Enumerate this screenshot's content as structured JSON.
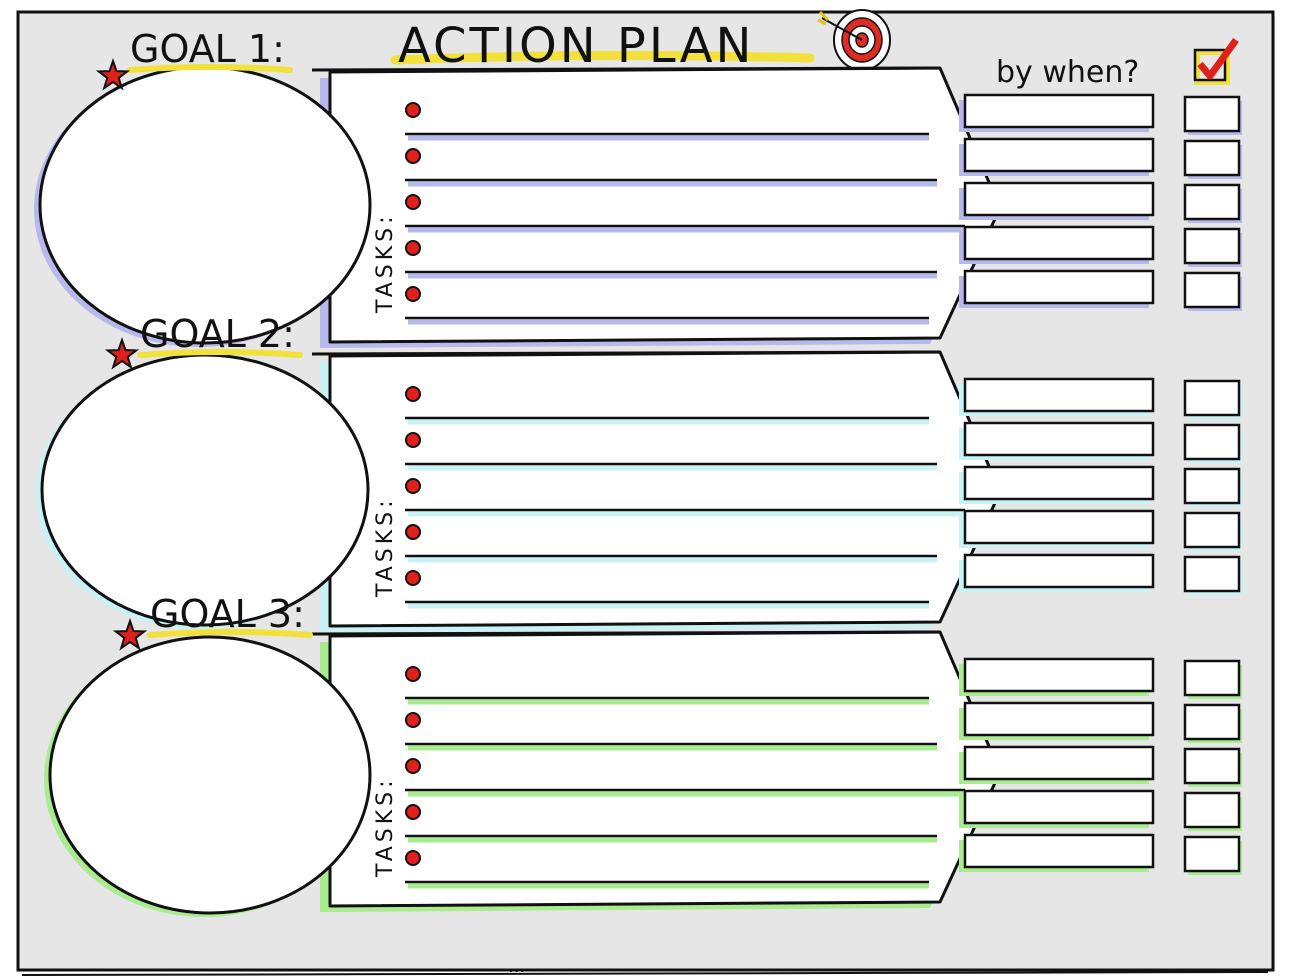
{
  "title": "ACTION PLAN",
  "by_when_label": "by when?",
  "tasks_label": "TASKS:",
  "continue_marks": "...",
  "colors": {
    "background": "#e6e6e6",
    "title_underline": "#f2e13a",
    "bullet": "#e0201c",
    "star": "#e0201c",
    "goal1_accent": "#b7b8ec",
    "goal2_accent": "#c9f2f5",
    "goal3_accent": "#a9ec8f"
  },
  "goals": [
    {
      "label": "GOAL 1:",
      "accent_key": "goal1_accent",
      "task_count": 5
    },
    {
      "label": "GOAL 2:",
      "accent_key": "goal2_accent",
      "task_count": 5
    },
    {
      "label": "GOAL 3:",
      "accent_key": "goal3_accent",
      "task_count": 5
    }
  ]
}
